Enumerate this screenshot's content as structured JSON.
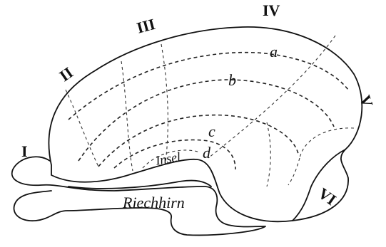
{
  "figure": {
    "lobe_labels": [
      "I",
      "II",
      "III",
      "IV",
      "V",
      "VI"
    ],
    "arc_labels": [
      "a",
      "b",
      "c",
      "d"
    ],
    "insel_label": "Insel",
    "riechhirn_label": "Riechhirn"
  }
}
